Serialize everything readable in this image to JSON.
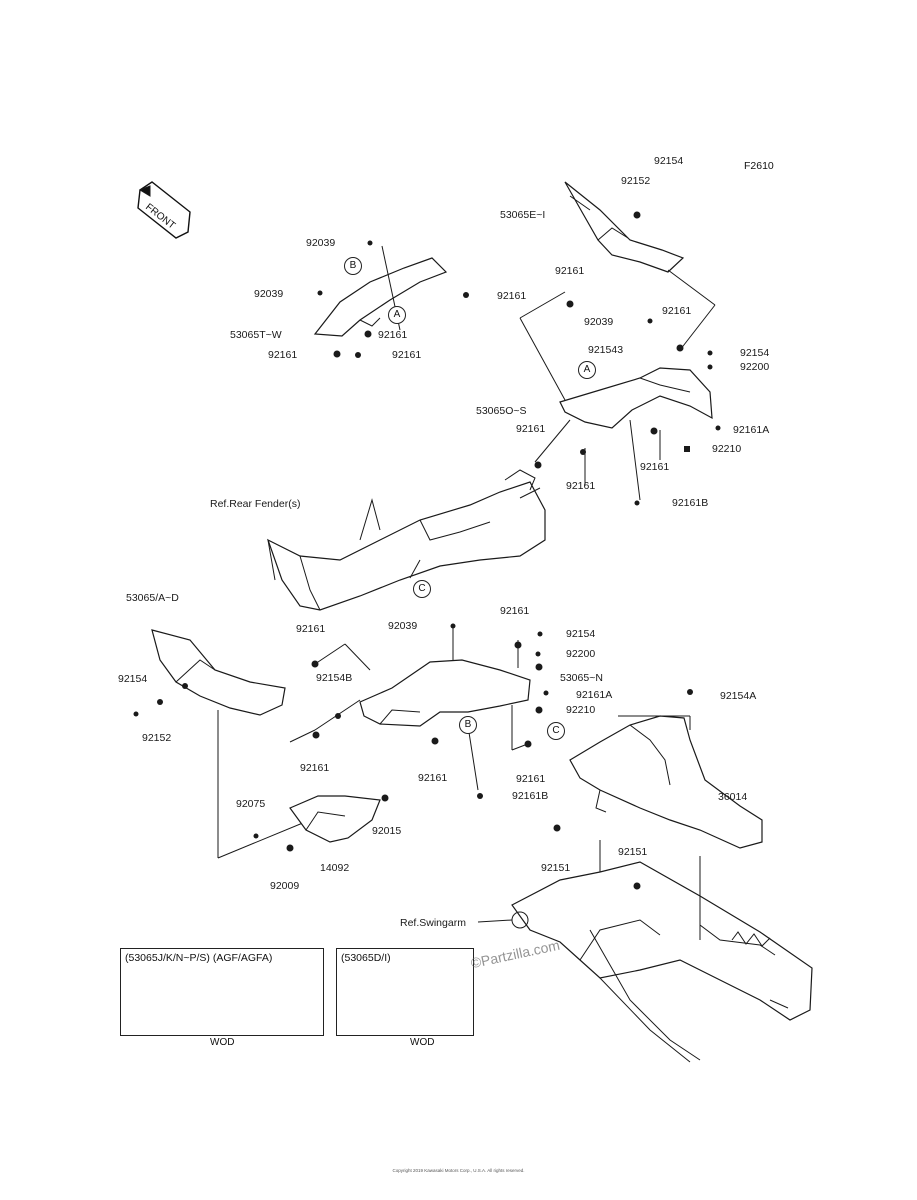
{
  "figure_code": "F2610",
  "front_badge": "FRONT",
  "labels": {
    "l_92154_top": "92154",
    "l_92152_top": "92152",
    "l_53065E_I": "53065E~I",
    "l_92039_a": "92039",
    "l_92161_a": "92161",
    "l_92039_b": "92039",
    "l_53065T_W": "53065T~W",
    "l_92161_b": "92161",
    "l_92161_c": "92161",
    "l_92161_d": "92161",
    "l_92161_e": "92161",
    "l_92039_c": "92039",
    "l_92161_f": "92161",
    "l_92154_b": "92154",
    "l_92200_a": "92200",
    "l_921543": "921543",
    "l_53065O_S": "53065O~S",
    "l_92161_g": "92161",
    "l_92161A_a": "92161A",
    "l_92210_a": "92210",
    "l_92161_h": "92161",
    "l_92161_i": "92161",
    "l_92161B_a": "92161B",
    "l_ref_rear_fender": "Ref.Rear Fender(s)",
    "l_53065A_D": "53065/A~D",
    "l_92161_j": "92161",
    "l_92039_d": "92039",
    "l_92161_k": "92161",
    "l_92154_c": "92154",
    "l_92200_b": "92200",
    "l_92154B": "92154B",
    "l_53065_N": "53065~N",
    "l_92154_d": "92154",
    "l_92161A_b": "92161A",
    "l_92210_b": "92210",
    "l_92152_b": "92152",
    "l_92161_l": "92161",
    "l_92161_m": "92161",
    "l_92161_n": "92161",
    "l_92161B_b": "92161B",
    "l_92154A": "92154A",
    "l_92075": "92075",
    "l_92015": "92015",
    "l_36014": "36014",
    "l_14092": "14092",
    "l_92151_a": "92151",
    "l_92151_b": "92151",
    "l_92009": "92009",
    "l_ref_swingarm": "Ref.Swingarm"
  },
  "callouts": {
    "c_B1": "B",
    "c_A1": "A",
    "c_A2": "A",
    "c_C1": "C",
    "c_B2": "B",
    "c_C2": "C"
  },
  "insets": {
    "left_title": "(53065J/K/N~P/S) (AGF/AGFA)",
    "left_foot": "WOD",
    "right_title": "(53065D/I)",
    "right_foot": "WOD"
  },
  "watermark": "©Partzilla.com",
  "copyright": "Copyright 2019 Kawasaki Motors Corp., U.S.A. All rights reserved."
}
